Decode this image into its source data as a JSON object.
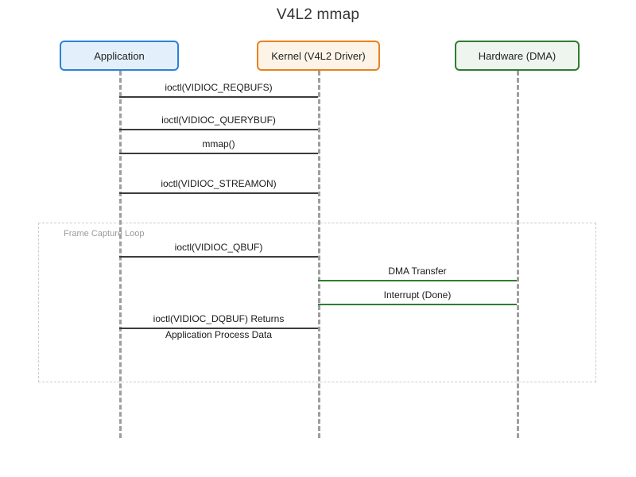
{
  "title": "V4L2 mmap",
  "colors": {
    "application_border": "#2c82d8",
    "application_fill": "#e3f0fb",
    "kernel_border": "#e8821e",
    "kernel_fill": "#fdf4e7",
    "hardware_border": "#2e7d32",
    "hardware_fill": "#eef5ee",
    "message_dark": "#3c3c3c",
    "message_green": "#2e7d32",
    "lifeline": "#9e9e9e",
    "loop_frame": "#cccccc",
    "loop_label": "#9b9b9b",
    "title_text": "#333333"
  },
  "participants": [
    {
      "id": "application",
      "label": "Application"
    },
    {
      "id": "kernel",
      "label": "Kernel (V4L2 Driver)"
    },
    {
      "id": "hardware",
      "label": "Hardware (DMA)"
    }
  ],
  "frame": {
    "label": "Frame Capture Loop"
  },
  "messages": [
    {
      "label": "ioctl(VIDIOC_REQBUFS)",
      "from": "application",
      "to": "kernel",
      "color": "dark"
    },
    {
      "label": "ioctl(VIDIOC_QUERYBUF)",
      "from": "application",
      "to": "kernel",
      "color": "dark"
    },
    {
      "label": "mmap()",
      "from": "application",
      "to": "kernel",
      "color": "dark"
    },
    {
      "label": "ioctl(VIDIOC_STREAMON)",
      "from": "application",
      "to": "kernel",
      "color": "dark"
    },
    {
      "label": "ioctl(VIDIOC_QBUF)",
      "from": "application",
      "to": "kernel",
      "color": "dark"
    },
    {
      "label": "DMA Transfer",
      "from": "kernel",
      "to": "hardware",
      "color": "green"
    },
    {
      "label": "Interrupt (Done)",
      "from": "hardware",
      "to": "kernel",
      "color": "green"
    },
    {
      "label": "ioctl(VIDIOC_DQBUF) Returns",
      "from": "kernel",
      "to": "application",
      "color": "dark"
    }
  ],
  "notes": [
    {
      "label": "Application Process Data",
      "at": "application"
    }
  ]
}
